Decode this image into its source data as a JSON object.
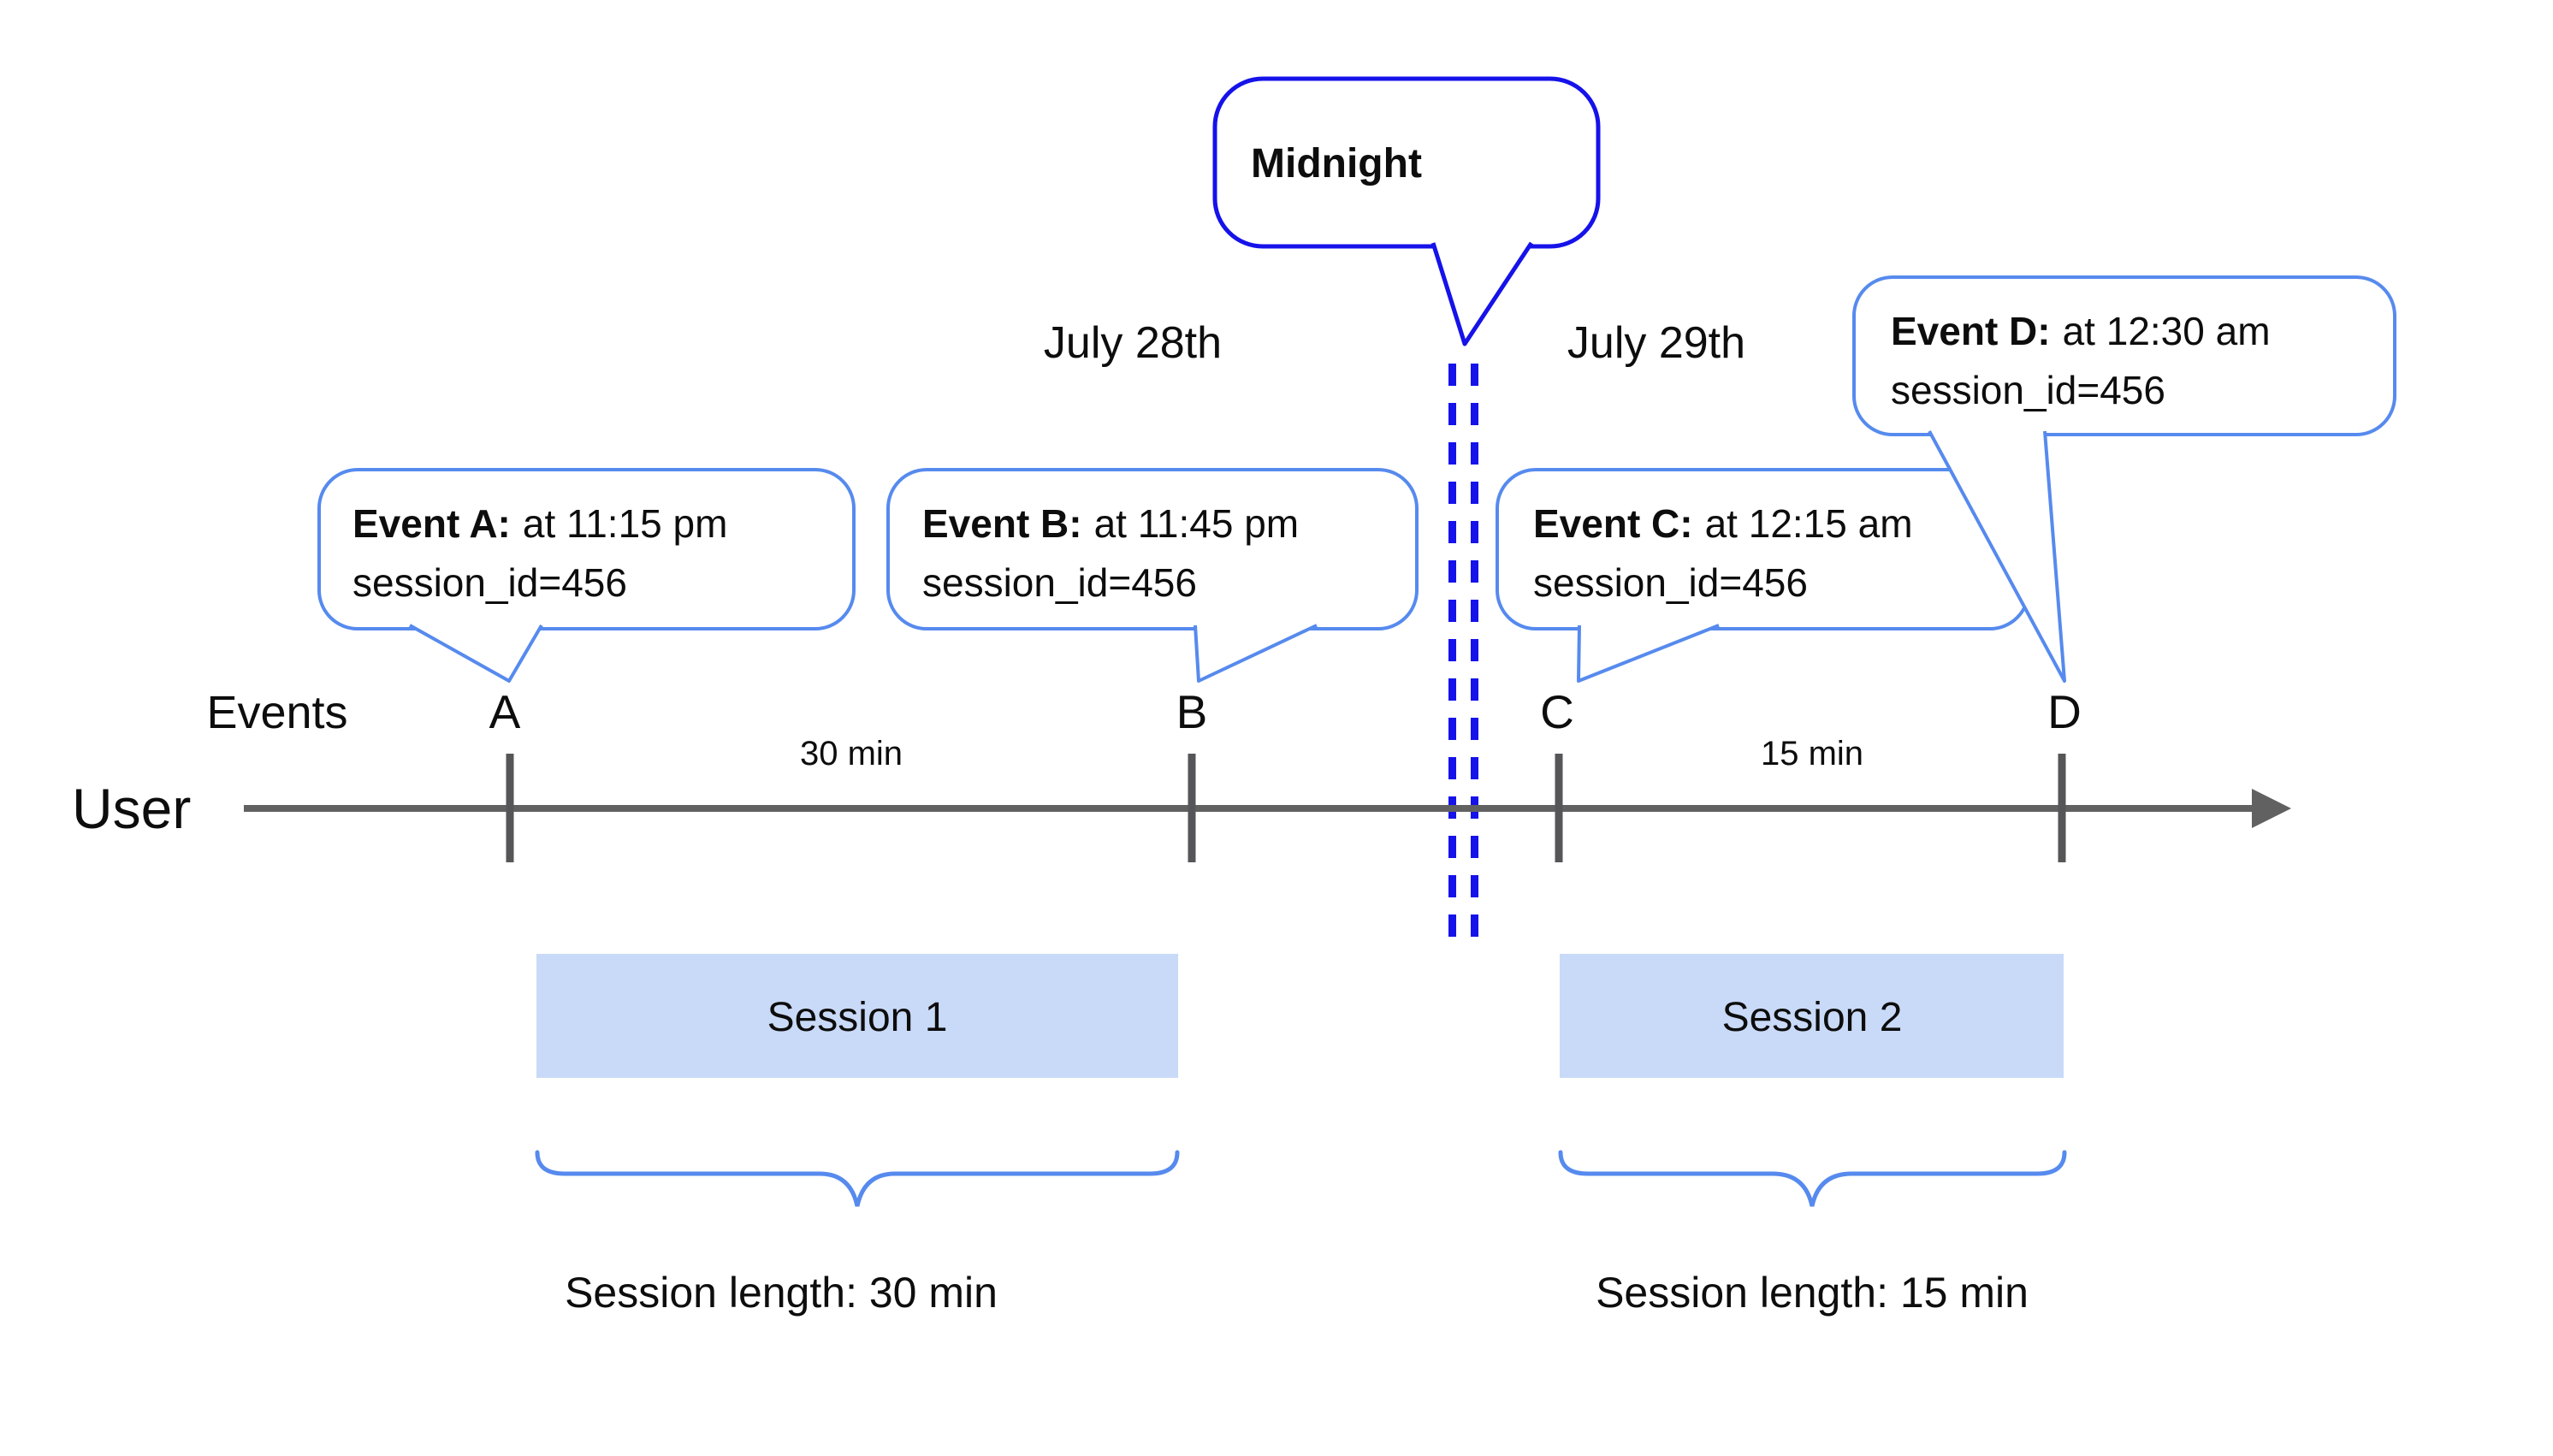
{
  "colors": {
    "midnight_blue": "#1512ea",
    "callout_blue": "#568aee",
    "session_fill": "#c9daf8",
    "axis_gray": "#616161",
    "tick_gray": "#565658"
  },
  "midnight": {
    "label": "Midnight"
  },
  "dates": {
    "left": "July 28th",
    "right": "July 29th"
  },
  "axis": {
    "events_label": "Events",
    "user_label": "User"
  },
  "events": [
    {
      "letter": "A",
      "title": "Event A:",
      "time": "at 11:15 pm",
      "session": "session_id=456"
    },
    {
      "letter": "B",
      "title": "Event B:",
      "time": "at 11:45 pm",
      "session": "session_id=456"
    },
    {
      "letter": "C",
      "title": "Event C:",
      "time": "at 12:15 am",
      "session": "session_id=456"
    },
    {
      "letter": "D",
      "title": "Event D:",
      "time": "at 12:30 am",
      "session": "session_id=456"
    }
  ],
  "intervals": {
    "ab": "30 min",
    "cd": "15 min"
  },
  "sessions": [
    {
      "label": "Session 1",
      "caption": "Session length: 30 min"
    },
    {
      "label": "Session 2",
      "caption": "Session length: 15 min"
    }
  ]
}
